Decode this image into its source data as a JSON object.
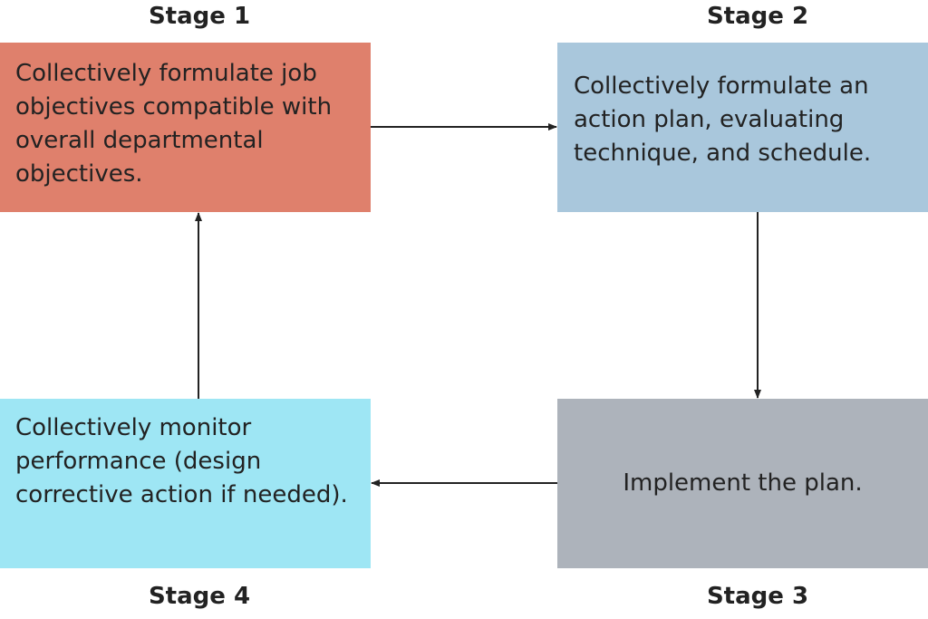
{
  "colors": {
    "stage1": "#df806c",
    "stage2": "#a9c7dc",
    "stage3": "#adb3bb",
    "stage4": "#9ee6f4",
    "arrow": "#222222"
  },
  "stages": [
    {
      "title": "Stage 1",
      "text": "Collectively formulate job objectives compatible with overall departmental objectives."
    },
    {
      "title": "Stage 2",
      "text": "Collectively formulate an action plan, evaluating technique, and schedule."
    },
    {
      "title": "Stage 3",
      "text": "Implement the plan."
    },
    {
      "title": "Stage 4",
      "text": "Collectively monitor performance (design corrective action if needed)."
    }
  ],
  "flow": [
    {
      "from": "Stage 1",
      "to": "Stage 2"
    },
    {
      "from": "Stage 2",
      "to": "Stage 3"
    },
    {
      "from": "Stage 3",
      "to": "Stage 4"
    },
    {
      "from": "Stage 4",
      "to": "Stage 1"
    }
  ]
}
